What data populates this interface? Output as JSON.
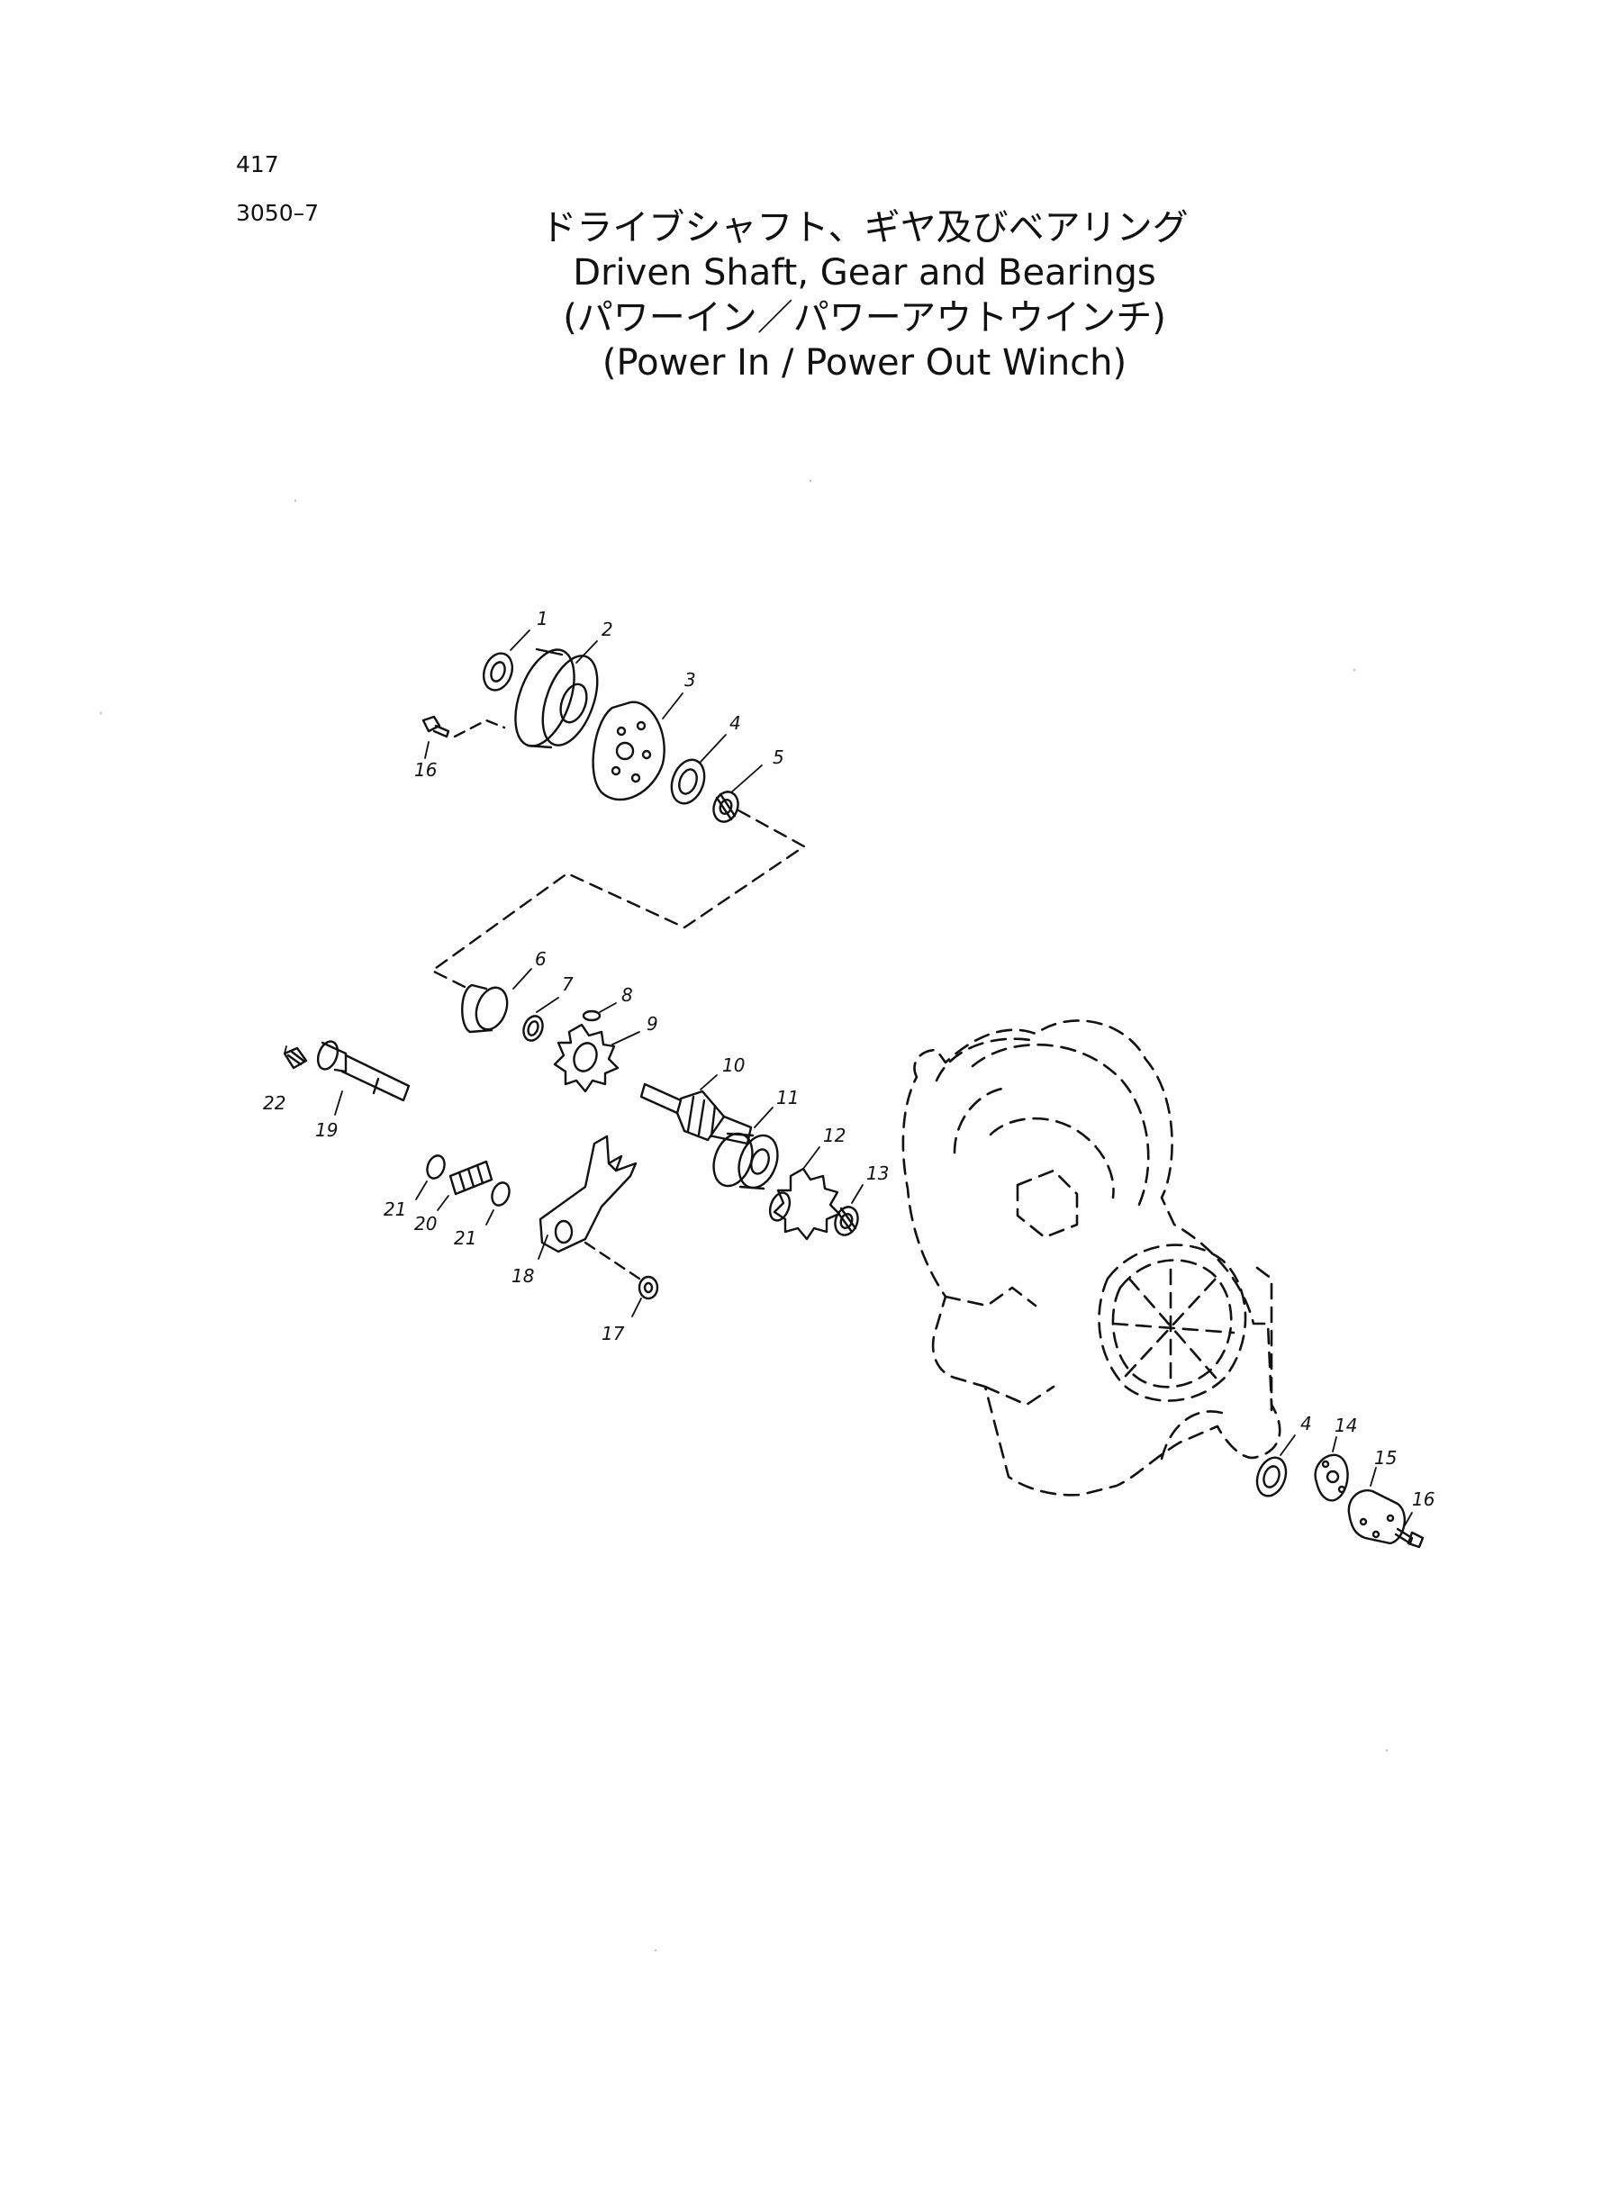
{
  "header": {
    "page_number": "417",
    "figure_code": "3050–7"
  },
  "title": {
    "line_ja": "ドライブシャフト、ギヤ及びベアリング",
    "line_en": "Driven Shaft, Gear and Bearings",
    "sub_ja": "(パワーイン／パワーアウトウインチ)",
    "sub_en": "(Power In / Power Out Winch)"
  },
  "callouts": [
    "1",
    "2",
    "3",
    "4",
    "5",
    "16",
    "6",
    "7",
    "8",
    "9",
    "22",
    "19",
    "10",
    "11",
    "12",
    "13",
    "21",
    "20",
    "21",
    "18",
    "17",
    "4",
    "14",
    "15",
    "16"
  ]
}
